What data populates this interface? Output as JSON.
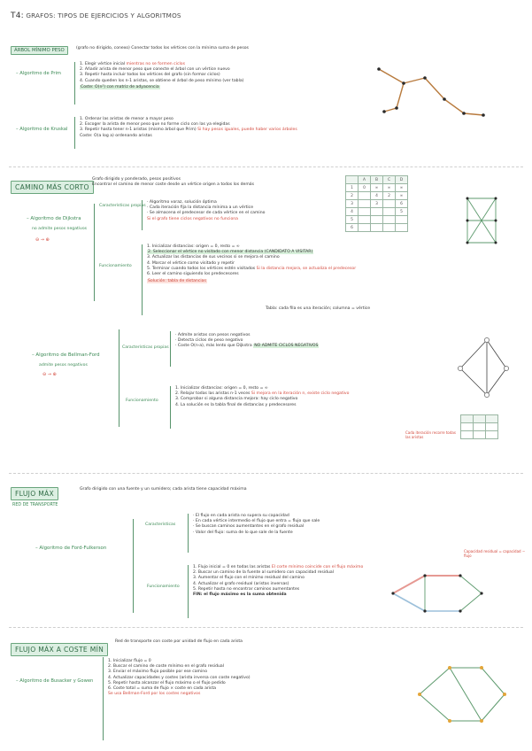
{
  "title": {
    "number": "T4:",
    "text": "GRAFOS: TIPOS DE EJERCICIOS Y ALGORITMOS"
  },
  "section1": {
    "box": "ÁRBOL MÍNIMO PESO",
    "intro": "(grafo no dirigido, conexo) Conectar todos los vértices con la mínima suma de pesos",
    "prim": {
      "label": "– Algoritmo de Prim",
      "lines": [
        "1. Elegir vértice inicial",
        "2. Añadir arista de menor peso que conecte el árbol con un vértice nuevo",
        "3. Repetir hasta incluir todos los vértices del grafo (sin formar ciclos)",
        "4. Cuando queden los n-1 aristas, se obtiene el árbol de peso mínimo (ver tabla)"
      ],
      "note_red": "mientras no se formen ciclos",
      "footer": "Coste: O(n²) con matriz de adyacencia"
    },
    "kruskal": {
      "label": "– Algoritmo de Kruskal",
      "lines": [
        "1. Ordenar las aristas de menor a mayor peso",
        "2. Escoger la arista de menor peso que no forme ciclo con las ya elegidas",
        "3. Repetir hasta tener n-1 aristas (mismo árbol que Prim)"
      ],
      "note_red": "Si hay pesos iguales, puede haber varios árboles",
      "footer": "Coste: O(a log a) ordenando aristas"
    }
  },
  "section2": {
    "box": "CAMINO MÁS CORTO",
    "intro": "Grafo dirigido y ponderado, pesos positivos",
    "intro2": "Encontrar el camino de menor coste desde un vértice origen a todos los demás",
    "dijkstra": {
      "label": "– Algoritmo de Dijkstra",
      "sub": "no admite pesos negativos",
      "caracteristicas": "Características propias",
      "car_lines": [
        "· Algoritmo voraz, solución óptima",
        "· Cada iteración fija la distancia mínima a un vértice",
        "· Se almacena el predecesor de cada vértice en el camino"
      ],
      "car_red": "Si el grafo tiene ciclos negativos no funciona",
      "funcionamiento": "Funcionamiento",
      "fun_lines": [
        "1. Inicializar distancias: origen = 0, resto = ∞",
        "2. Seleccionar el vértice no visitado con menor distancia (CANDIDATO A VISITAR)",
        "3. Actualizar las distancias de sus vecinos si se mejora el camino",
        "4. Marcar el vértice como visitado y repetir",
        "5. Terminar cuando todos los vértices estén visitados",
        "6. Leer el camino siguiendo los predecesores"
      ],
      "fun_red": "Si la distancia mejora, se actualiza el predecesor",
      "solution_box": "Solución: tabla de distancias",
      "tabla_note": "Tabla: cada fila es una iteración; columna = vértice"
    },
    "table": {
      "head": [
        "",
        "A",
        "B",
        "C",
        "D"
      ],
      "rows": [
        [
          "1",
          "0",
          "∞",
          "∞",
          "∞"
        ],
        [
          "2",
          "",
          "4",
          "2",
          "∞"
        ],
        [
          "3",
          "",
          "3",
          "",
          "6"
        ],
        [
          "4",
          "",
          "",
          "",
          "5"
        ],
        [
          "5",
          "",
          "",
          "",
          ""
        ],
        [
          "6",
          "",
          "",
          "",
          ""
        ]
      ]
    },
    "bellman": {
      "label": "– Algoritmo de Bellman-Ford",
      "sub": "admite pesos negativos",
      "caracteristicas": "Características propias",
      "car_lines": [
        "· Admite aristas con pesos negativos",
        "· Detecta ciclos de peso negativo",
        "· Coste O(n·a), más lento que Dijkstra"
      ],
      "car_green": "NO ADMITE CICLOS NEGATIVOS",
      "funcionamiento": "Funcionamiento",
      "fun_lines": [
        "1. Inicializar distancias: origen = 0, resto = ∞",
        "2. Relajar todas las aristas n-1 veces",
        "3. Comprobar si alguna distancia mejora: hay ciclo negativo",
        "4. La solución es la tabla final de distancias y predecesores"
      ],
      "fun_red": "Si mejora en la iteración n, existe ciclo negativo",
      "note_red": "Cada iteración recorre todas las aristas"
    }
  },
  "section3": {
    "box": "FLUJO MÁX",
    "sub": "RED DE TRANSPORTE",
    "intro": "Grafo dirigido con una fuente y un sumidero; cada arista tiene capacidad máxima",
    "ff": {
      "label": "– Algoritmo de Ford-Fulkerson",
      "caracteristicas": "Características",
      "car_lines": [
        "· El flujo en cada arista no supera su capacidad",
        "· En cada vértice intermedio el flujo que entra = flujo que sale",
        "· Se buscan caminos aumentantes en el grafo residual",
        "· Valor del flujo: suma de lo que sale de la fuente"
      ],
      "funcionamiento": "Funcionamiento",
      "fun_lines": [
        "1. Flujo inicial = 0 en todas las aristas",
        "2. Buscar un camino de la fuente al sumidero con capacidad residual",
        "3. Aumentar el flujo con el mínimo residual del camino",
        "4. Actualizar el grafo residual (aristas inversas)",
        "5. Repetir hasta no encontrar caminos aumentantes",
        "FIN: el flujo máximo es la suma obtenida"
      ],
      "fun_red": "El corte mínimo coincide con el flujo máximo",
      "note_red": "Capacidad residual = capacidad − flujo"
    }
  },
  "section4": {
    "box": "FLUJO MÁX A COSTE MÍN",
    "intro": "Red de transporte con coste por unidad de flujo en cada arista",
    "bg": {
      "label": "– Algoritmo de Busacker y Gowen",
      "lines": [
        "1. Inicializar flujo = 0",
        "2. Buscar el camino de coste mínimo en el grafo residual",
        "3. Enviar el máximo flujo posible por ese camino",
        "4. Actualizar capacidades y costes (arista inversa con coste negativo)",
        "5. Repetir hasta alcanzar el flujo máximo o el flujo pedido",
        "6. Coste total = suma de flujo × coste en cada arista"
      ],
      "note_red": "Se usa Bellman-Ford por los costes negativos"
    }
  }
}
